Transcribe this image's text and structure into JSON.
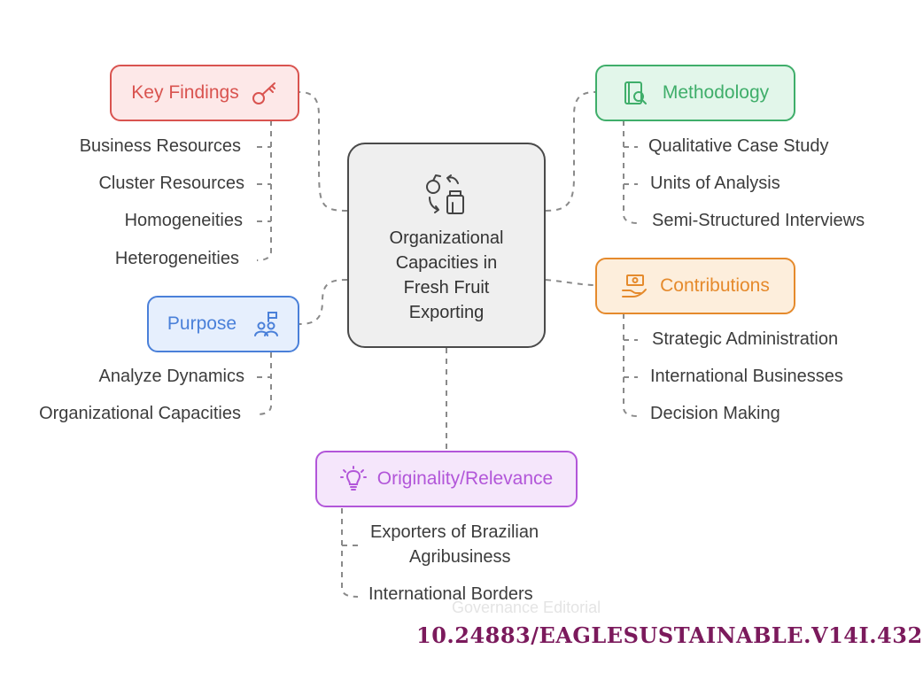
{
  "center": {
    "lines": [
      "Organizational",
      "Capacities in",
      "Fresh Fruit",
      "Exporting"
    ],
    "icon": "fruit-exchange-icon"
  },
  "key_findings": {
    "title": "Key Findings",
    "icon": "key-icon",
    "color": "#d9534f",
    "items": [
      "Business Resources",
      "Cluster Resources",
      "Homogeneities",
      "Heterogeneities"
    ]
  },
  "purpose": {
    "title": "Purpose",
    "icon": "team-goal-icon",
    "color": "#4a80d9",
    "items": [
      "Analyze Dynamics",
      "Organizational Capacities"
    ]
  },
  "methodology": {
    "title": "Methodology",
    "icon": "book-search-icon",
    "color": "#3fae6a",
    "items": [
      "Qualitative Case Study",
      "Units of Analysis",
      "Semi-Structured Interviews"
    ]
  },
  "contributions": {
    "title": "Contributions",
    "icon": "money-hand-icon",
    "color": "#e58a2c",
    "items": [
      "Strategic Administration",
      "International Businesses",
      "Decision Making"
    ]
  },
  "originality": {
    "title": "Originality/Relevance",
    "icon": "lightbulb-icon",
    "color": "#b256d9",
    "items": [
      "Exporters of Brazilian",
      "Agribusiness",
      "International Borders"
    ]
  },
  "watermark": "Governance Editorial",
  "doi": "10.24883/EAGLESUSTAINABLE.V14I.432"
}
